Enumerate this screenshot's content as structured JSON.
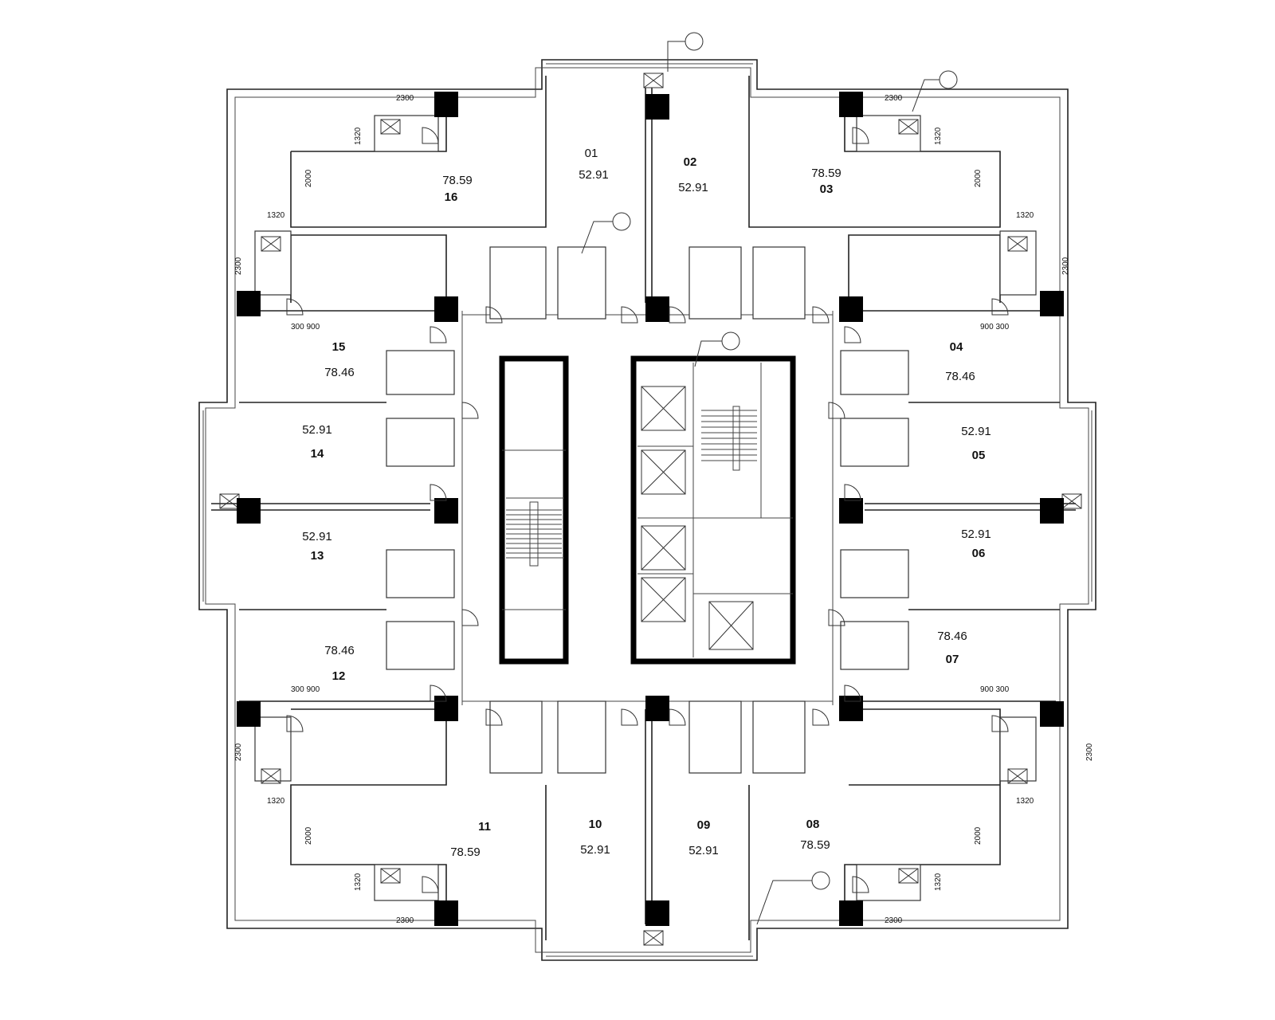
{
  "floor_plan": {
    "units": [
      {
        "id": "u01",
        "number": "01",
        "area": "52.91"
      },
      {
        "id": "u02",
        "number": "02",
        "area": "52.91"
      },
      {
        "id": "u03",
        "number": "03",
        "area": "78.59"
      },
      {
        "id": "u04",
        "number": "04",
        "area": "78.46"
      },
      {
        "id": "u05",
        "number": "05",
        "area": "52.91"
      },
      {
        "id": "u06",
        "number": "06",
        "area": "52.91"
      },
      {
        "id": "u07",
        "number": "07",
        "area": "78.46"
      },
      {
        "id": "u08",
        "number": "08",
        "area": "78.59"
      },
      {
        "id": "u09",
        "number": "09",
        "area": "52.91"
      },
      {
        "id": "u10",
        "number": "10",
        "area": "52.91"
      },
      {
        "id": "u11",
        "number": "11",
        "area": "78.59"
      },
      {
        "id": "u12",
        "number": "12",
        "area": "78.46"
      },
      {
        "id": "u13",
        "number": "13",
        "area": "52.91"
      },
      {
        "id": "u14",
        "number": "14",
        "area": "52.91"
      },
      {
        "id": "u15",
        "number": "15",
        "area": "78.46"
      },
      {
        "id": "u16",
        "number": "16",
        "area": "78.59"
      }
    ],
    "dimensions": {
      "d2300": "2300",
      "d1320": "1320",
      "d2000": "2000",
      "d300_900": "300 900",
      "d900_300": "900 300"
    }
  }
}
